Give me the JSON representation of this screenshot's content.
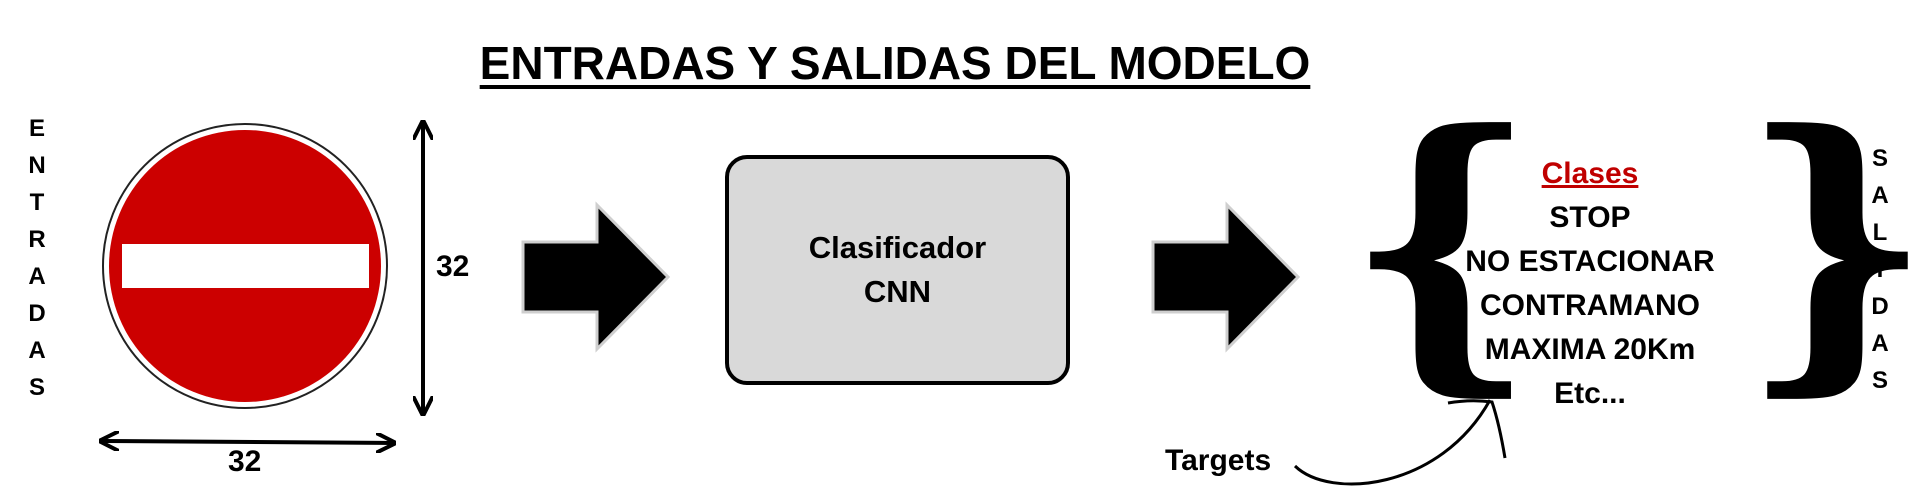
{
  "title": "ENTRADAS Y SALIDAS DEL MODELO",
  "inputs_label": [
    "E",
    "N",
    "T",
    "R",
    "A",
    "D",
    "A",
    "S"
  ],
  "outputs_label": [
    "S",
    "A",
    "L",
    "I",
    "D",
    "A",
    "S"
  ],
  "input": {
    "icon": "no-entry-sign-icon",
    "sign_colors": {
      "red": "#cc0000",
      "bar": "#ffffff"
    },
    "width_label": "32",
    "height_label": "32"
  },
  "model": {
    "line1": "Clasificador",
    "line2": "CNN",
    "fill": "#d9d9d9"
  },
  "outputs": {
    "heading": "Clases",
    "heading_color": "#c00000",
    "items": [
      "STOP",
      "NO ESTACIONAR",
      "CONTRAMANO",
      "MAXIMA 20Km",
      "Etc..."
    ]
  },
  "targets_label": "Targets"
}
